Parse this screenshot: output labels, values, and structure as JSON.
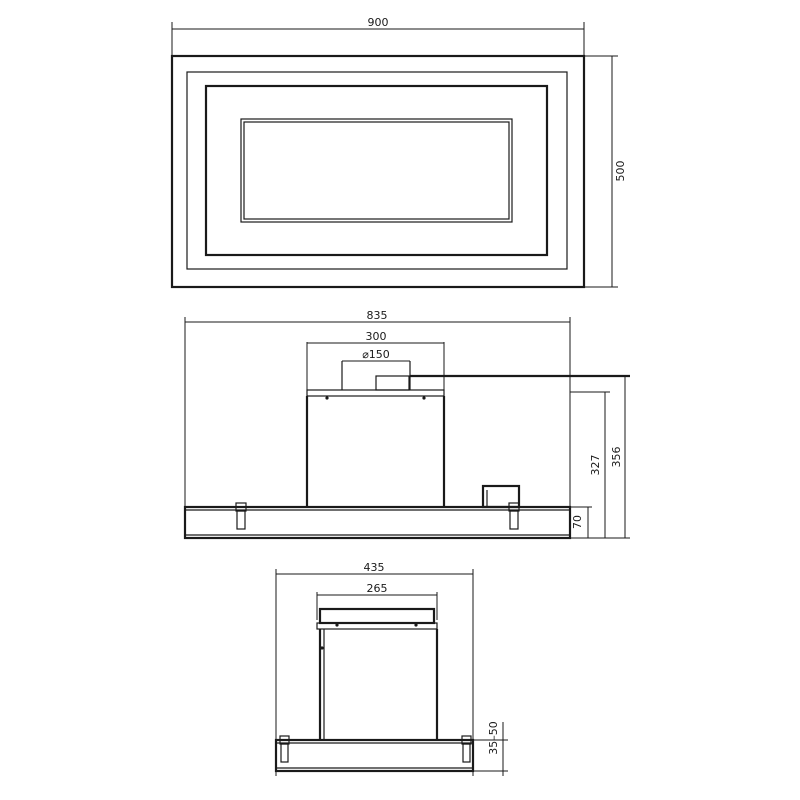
{
  "top_view": {
    "width_label": "900",
    "height_label": "500"
  },
  "front_view": {
    "width_label": "835",
    "inner_width_label": "300",
    "diameter_label": "⌀150",
    "height_label_1": "327",
    "height_label_2": "356",
    "base_label": "70"
  },
  "side_view": {
    "width_label": "435",
    "inner_width_label": "265",
    "base_label": "35–50"
  }
}
